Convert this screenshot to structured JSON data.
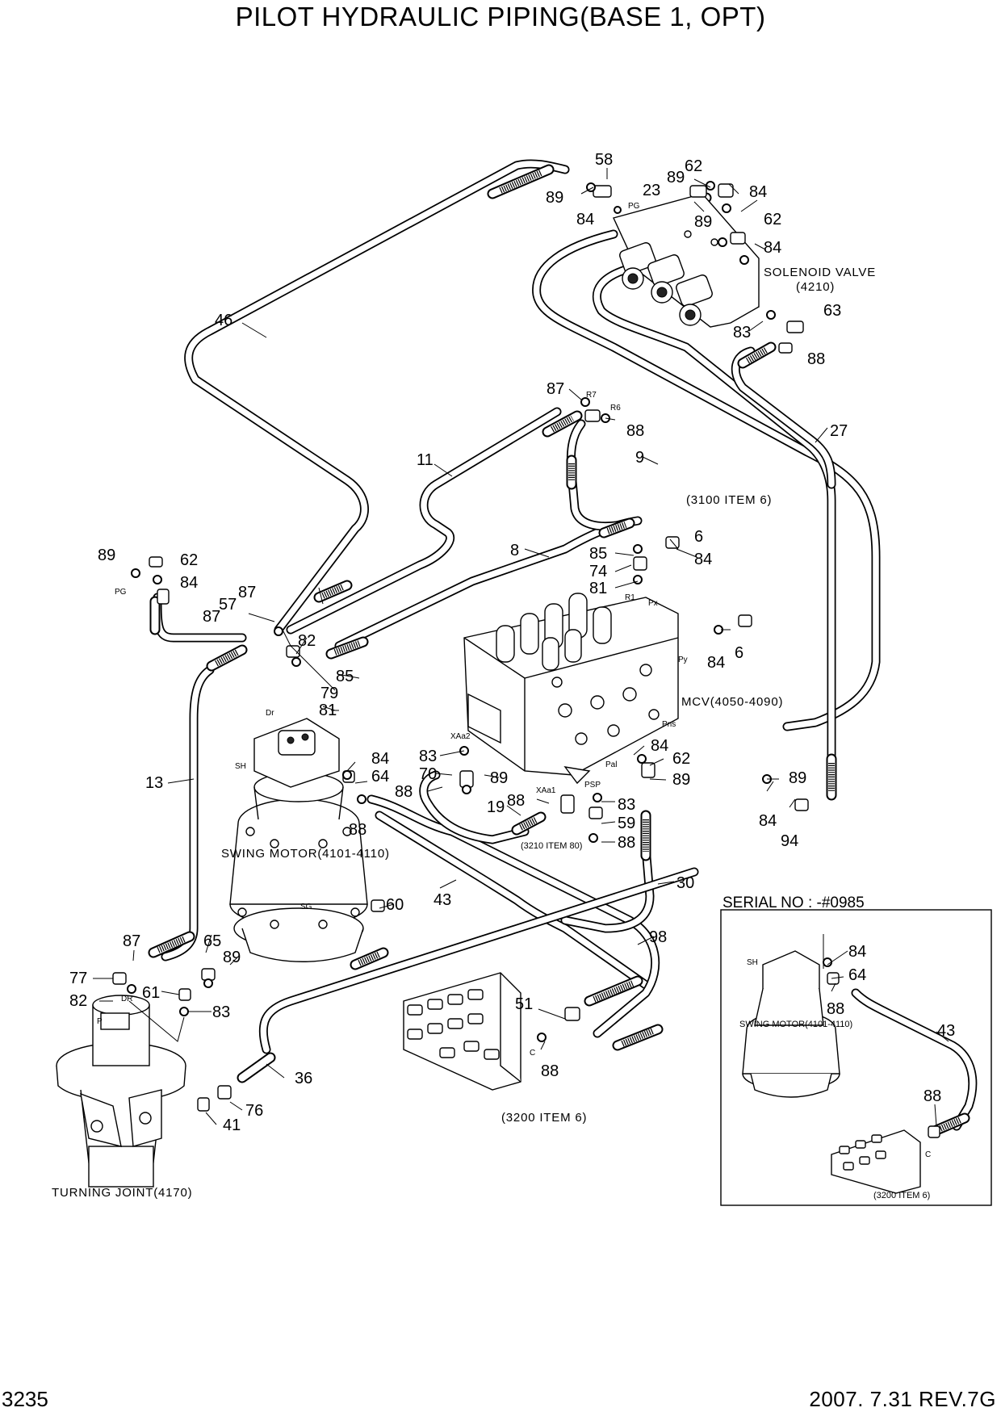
{
  "title": "PILOT HYDRAULIC PIPING(BASE 1, OPT)",
  "footer": {
    "page_number": "3235",
    "date_revision": "2007. 7.31  REV.7G"
  },
  "component_captions": {
    "solenoid_valve": "SOLENOID VALVE",
    "solenoid_valve_ref": "(4210)",
    "item_3100": "(3100 ITEM 6)",
    "mcv": "MCV(4050-4090)",
    "swing_motor": "SWING MOTOR(4101-4110)",
    "item_3210": "(3210 ITEM 80)",
    "item_3200": "(3200 ITEM 6)",
    "turning_joint": "TURNING JOINT(4170)",
    "inset_title": "SERIAL NO : -#0985",
    "inset_swing_motor": "SWING MOTOR(4101-4110)",
    "inset_item_3200": "(3200 ITEM 6)"
  },
  "port_labels": {
    "pg_top": "PG",
    "pg_left": "PG",
    "r7": "R7",
    "r6": "R6",
    "r1": "R1",
    "px": "Px",
    "py": "Py",
    "pns": "Pns",
    "pal": "Pal",
    "psp": "PSP",
    "xaa2": "XAa2",
    "xaa1": "XAa1",
    "dr_motor": "Dr",
    "sh_motor": "SH",
    "sg": "SG",
    "dr_joint": "DR",
    "p_joint": "P",
    "c_block": "C",
    "sh_inset": "SH",
    "c_inset": "C"
  },
  "callouts": {
    "c58": "58",
    "c89a": "89",
    "c84a": "84",
    "c23": "23",
    "c89b": "89",
    "c62a": "62",
    "c84b": "84",
    "c89c": "89",
    "c62b": "62",
    "c84c": "84",
    "c83a": "83",
    "c63": "63",
    "c88a": "88",
    "c46": "46",
    "c87a": "87",
    "c88b": "88",
    "c27": "27",
    "c11": "11",
    "c9": "9",
    "c89d": "89",
    "c62c": "62",
    "c84d": "84",
    "c6a": "6",
    "c84e": "84",
    "c8": "8",
    "c85a": "85",
    "c74": "74",
    "c81a": "81",
    "c84f": "84",
    "c6b": "6",
    "c57": "57",
    "c87b": "87",
    "c87c": "87",
    "c82a": "82",
    "c85b": "85",
    "c79": "79",
    "c81b": "81",
    "c13": "13",
    "c84g": "84",
    "c64a": "64",
    "c88c": "88",
    "c83b": "83",
    "c70": "70",
    "c88d": "88",
    "c89e": "89",
    "c84h": "84",
    "c62d": "62",
    "c89f": "89",
    "c89g": "89",
    "c84i": "84",
    "c94": "94",
    "c19": "19",
    "c88e": "88",
    "c83c": "83",
    "c59": "59",
    "c88f": "88",
    "c30": "30",
    "c43a": "43",
    "c60": "60",
    "c98": "98",
    "c87d": "87",
    "c65": "65",
    "c89h": "89",
    "c77": "77",
    "c61": "61",
    "c82b": "82",
    "c83d": "83",
    "c51": "51",
    "c88g": "88",
    "c36": "36",
    "c76": "76",
    "c41": "41",
    "c84j": "84",
    "c64b": "64",
    "c88h": "88",
    "c43b": "43",
    "c88i": "88"
  }
}
